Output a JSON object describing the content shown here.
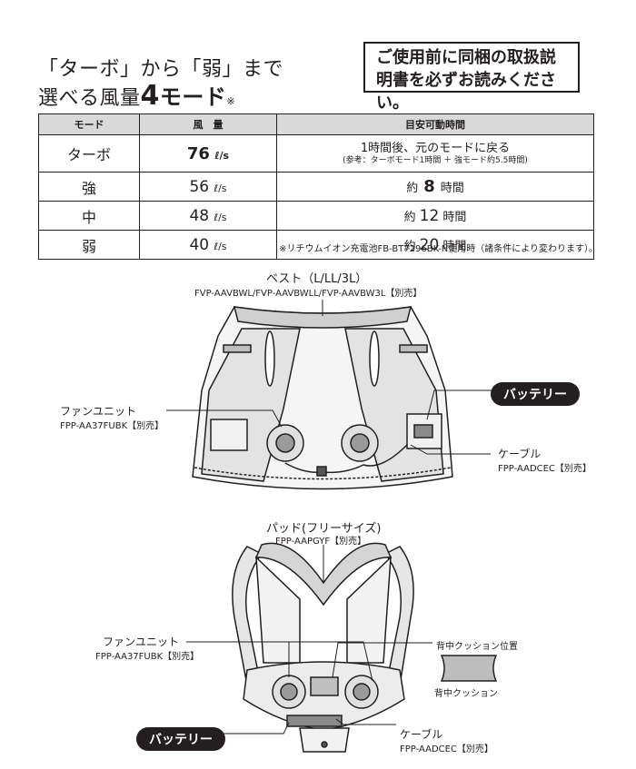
{
  "header": {
    "headline_part1": "「ターボ」から「弱」まで",
    "headline_part2": "選べる風量",
    "headline_number": "4",
    "headline_unit": "モード",
    "headline_note": "※",
    "notice": "ご使用前に同梱の取扱説明書を必ずお読みください。"
  },
  "table": {
    "headers": [
      "モード",
      "風　量",
      "目安可動時間"
    ],
    "rows": [
      {
        "mode": "ターボ",
        "air": "76",
        "unit": "ℓ/s",
        "time_line1": "1時間後、元のモードに戻る",
        "time_line2": "(参考：ターボモード1時間 ＋ 強モード約5.5時間)"
      },
      {
        "mode": "強",
        "air": "56",
        "unit": "ℓ/s",
        "time_prefix": "約",
        "time_value": "8",
        "time_suffix": "時間"
      },
      {
        "mode": "中",
        "air": "48",
        "unit": "ℓ/s",
        "time_prefix": "約",
        "time_value": "12",
        "time_suffix": "時間"
      },
      {
        "mode": "弱",
        "air": "40",
        "unit": "ℓ/s",
        "time_prefix": "約",
        "time_value": "20",
        "time_suffix": "時間"
      }
    ],
    "footnote": "※リチウムイオン充電池FB-BT7296BK-N使用時（諸条件により変わります）。"
  },
  "vest": {
    "title": "ベスト（L/LL/3L）",
    "model": "FVP-AAVBWL/FVP-AAVBWLL/FVP-AAVBW3L【別売】",
    "fan_label": "ファンユニット",
    "fan_model": "FPP-AA37FUBK【別売】",
    "battery_label": "バッテリー",
    "cable_label": "ケーブル",
    "cable_model": "FPP-AADCEC【別売】"
  },
  "pad": {
    "title": "パッド(フリーサイズ)",
    "model": "FPP-AAPGYF【別売】",
    "fan_label": "ファンユニット",
    "fan_model": "FPP-AA37FUBK【別売】",
    "cushion_pos_label": "背中クッション位置",
    "cushion_label": "背中クッション",
    "battery_label": "バッテリー",
    "cable_label": "ケーブル",
    "cable_model": "FPP-AADCEC【別売】"
  }
}
